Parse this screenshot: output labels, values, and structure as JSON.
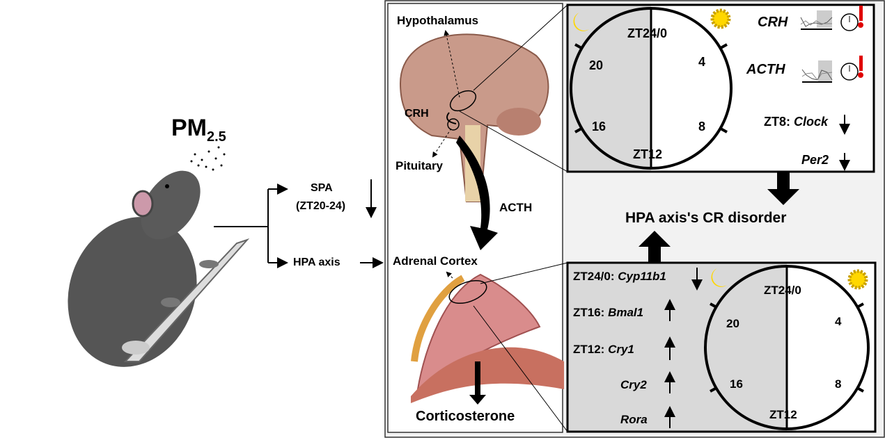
{
  "pm": {
    "label": "PM",
    "sub": "2.5"
  },
  "branches": {
    "spa": "SPA",
    "spa_time": "(ZT20-24)",
    "hpa": "HPA axis"
  },
  "anatomy": {
    "hypothalamus": "Hypothalamus",
    "crh": "CRH",
    "pituitary": "Pituitary",
    "acth": "ACTH",
    "adrenal": "Adrenal Cortex",
    "corticosterone": "Corticosterone"
  },
  "top_clock": {
    "zt0": "ZT24/0",
    "zt4": "4",
    "zt8": "8",
    "zt12": "ZT12",
    "zt16": "16",
    "zt20": "20"
  },
  "top_genes": {
    "crh": "CRH",
    "acth": "ACTH",
    "zt8_label": "ZT8:",
    "clock": "Clock",
    "per2": "Per2"
  },
  "result": "HPA axis's CR disorder",
  "bottom_clock": {
    "zt0": "ZT24/0",
    "zt4": "4",
    "zt8": "8",
    "zt12": "ZT12",
    "zt16": "16",
    "zt20": "20"
  },
  "bottom_genes": [
    {
      "prefix": "ZT24/0:",
      "gene": "Cyp11b1",
      "direction": "down"
    },
    {
      "prefix": "ZT16:",
      "gene": "Bmal1",
      "direction": "up"
    },
    {
      "prefix": "ZT12:",
      "gene": "Cry1",
      "direction": "up"
    },
    {
      "prefix": "",
      "gene": "Cry2",
      "direction": "up"
    },
    {
      "prefix": "",
      "gene": "Rora",
      "direction": "up"
    }
  ],
  "colors": {
    "night": "#d9d9d9",
    "panel": "#f2f2f2",
    "moon": "#ffd700",
    "alert": "#e00000"
  }
}
